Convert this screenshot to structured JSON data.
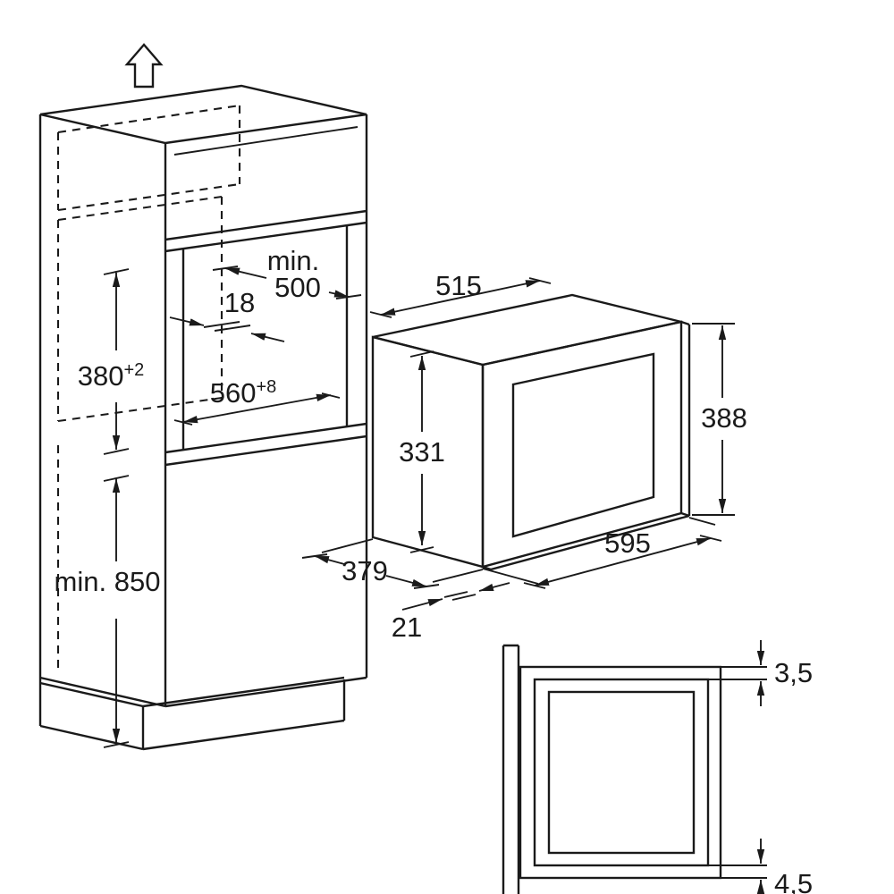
{
  "page": {
    "colors": {
      "line": "#1a1a1a",
      "background": "#ffffff"
    }
  },
  "cabinet": {
    "niche_depth_min_prefix": "min.",
    "niche_depth_min_value": "500",
    "front_frame_thickness": "18",
    "niche_height": {
      "value": "380",
      "tolerance": "+2"
    },
    "niche_width": {
      "value": "560",
      "tolerance": "+8"
    },
    "floor_clearance_min": "min. 850"
  },
  "microwave": {
    "body_width": "515",
    "body_height": "331",
    "frame_height": "388",
    "body_depth": "379",
    "frame_width": "595",
    "frame_protrusion": "21"
  },
  "detail": {
    "top_overlap": "3,5",
    "bottom_overlap": "4,5"
  }
}
